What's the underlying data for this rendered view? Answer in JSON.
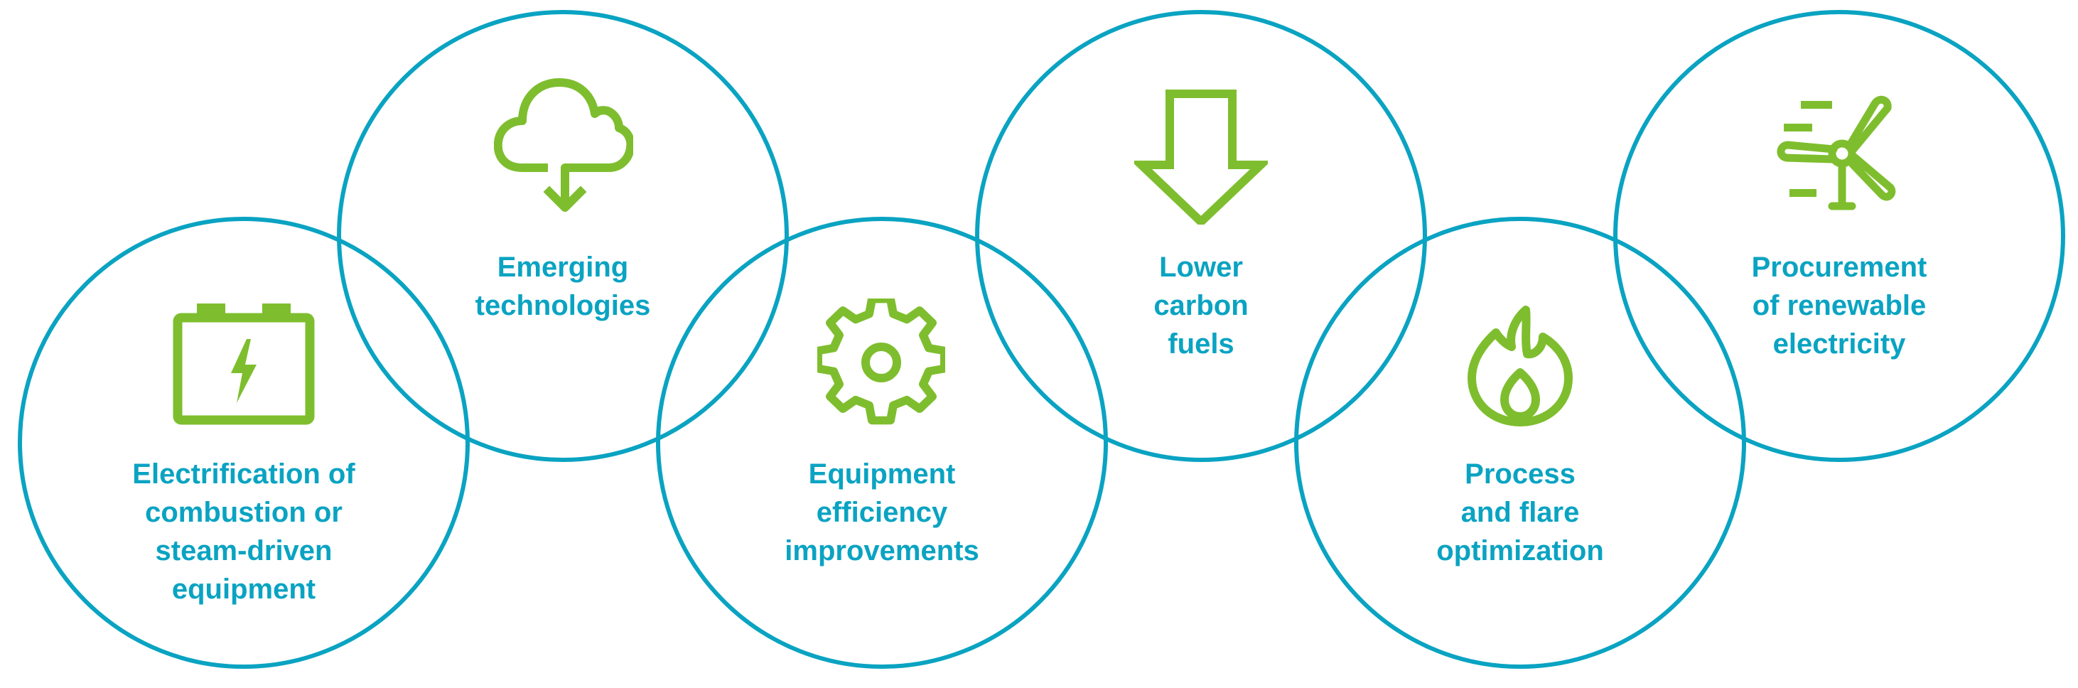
{
  "colors": {
    "circle_stroke": "#0aa3c2",
    "text": "#0aa3c2",
    "icon": "#7ebe2e"
  },
  "items": [
    {
      "icon": "battery-bolt-icon",
      "label_lines": [
        "Electrification of",
        "combustion or",
        "steam-driven",
        "equipment"
      ]
    },
    {
      "icon": "cloud-download-icon",
      "label_lines": [
        "Emerging",
        "technologies"
      ]
    },
    {
      "icon": "gear-icon",
      "label_lines": [
        "Equipment",
        "efficiency",
        "improvements"
      ]
    },
    {
      "icon": "down-arrow-icon",
      "label_lines": [
        "Lower",
        "carbon",
        "fuels"
      ]
    },
    {
      "icon": "flame-icon",
      "label_lines": [
        "Process",
        "and flare",
        "optimization"
      ]
    },
    {
      "icon": "wind-turbine-icon",
      "label_lines": [
        "Procurement",
        "of renewable",
        "electricity"
      ]
    }
  ]
}
